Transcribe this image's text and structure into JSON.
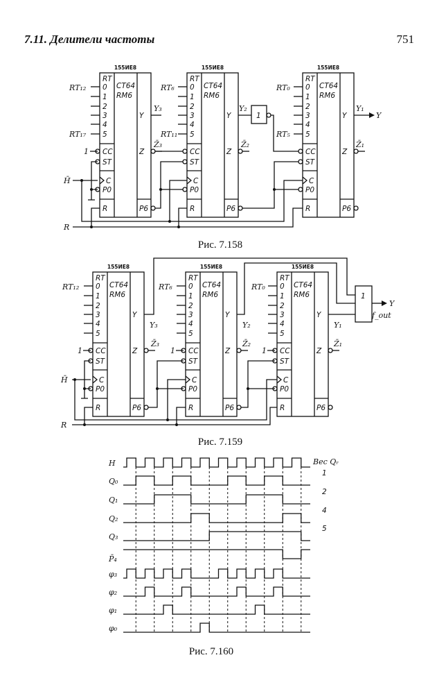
{
  "header": {
    "section": "7.11. Делители частоты",
    "page": "751"
  },
  "chip": {
    "part": "155ИЕ8",
    "type": "CT64",
    "subtype": "RM6",
    "pins_left": [
      "RT",
      "0",
      "1",
      "2",
      "3",
      "4",
      "5",
      "CC",
      "ST",
      "C",
      "P0",
      "R"
    ],
    "pins_right": [
      "Y",
      "Z",
      "P6"
    ]
  },
  "fig158": {
    "caption": "Рис. 7.158",
    "labels": {
      "rt12": "RT₁₂",
      "rt17": "RT₁₇",
      "rt6": "RT₆",
      "rt11": "RT₁₁",
      "rt0": "RT₀",
      "rt5": "RT₅",
      "one": "1",
      "h": "H̄",
      "r": "R",
      "y3": "Y₃",
      "z3": "Z̄₃",
      "y2": "Y₂",
      "z2": "Z̄₂",
      "y1": "Y₁",
      "z1": "Z̄₁",
      "inverter": "1",
      "y": "Y"
    }
  },
  "fig159": {
    "caption": "Рис. 7.159",
    "labels": {
      "rt12": "RT₁₂",
      "rt6": "RT₆",
      "rt0": "RT₀",
      "one1": "1",
      "one2": "1",
      "one3": "1",
      "h": "H̄",
      "r": "R",
      "y3": "Y₃",
      "z3": "Z̄₃",
      "y2": "Y₂",
      "z2": "Z̄₂",
      "y1": "Y₁",
      "z1": "Z̄₁",
      "or_gate": "1",
      "y": "Y",
      "fout": "f_out"
    }
  },
  "fig160": {
    "caption": "Рис. 7.160",
    "weight_header": "Вес Qᵣ",
    "signals": [
      {
        "name": "H",
        "high": [
          [
            0,
            0.5
          ],
          [
            1,
            1.5
          ],
          [
            2,
            2.5
          ],
          [
            3,
            3.5
          ],
          [
            4,
            4.5
          ],
          [
            5,
            5.5
          ],
          [
            6,
            6.5
          ],
          [
            7,
            7.5
          ],
          [
            8,
            8.5
          ],
          [
            9,
            9.5
          ]
        ]
      },
      {
        "name": "Q₀",
        "weight": "1",
        "high": [
          [
            0.5,
            1.5
          ],
          [
            2.5,
            3.5
          ],
          [
            5.5,
            6.5
          ],
          [
            7.5,
            8.5
          ]
        ]
      },
      {
        "name": "Q₁",
        "weight": "2",
        "high": [
          [
            1.5,
            3.5
          ],
          [
            6.5,
            8.5
          ]
        ]
      },
      {
        "name": "Q₂",
        "weight": "4",
        "high": [
          [
            3.5,
            4.5
          ],
          [
            8.5,
            9.5
          ]
        ]
      },
      {
        "name": "Q₃",
        "weight": "5",
        "high": [
          [
            4.5,
            9.5
          ]
        ]
      },
      {
        "name": "P̄₄",
        "active_low": true,
        "low": [
          [
            8.5,
            9.5
          ]
        ]
      },
      {
        "name": "φ₃",
        "high": [
          [
            0,
            0.5
          ],
          [
            1,
            1.5
          ],
          [
            2,
            2.5
          ],
          [
            3,
            3.5
          ],
          [
            5,
            5.5
          ],
          [
            6,
            6.5
          ],
          [
            7,
            7.5
          ],
          [
            8,
            8.5
          ]
        ]
      },
      {
        "name": "φ₂",
        "high": [
          [
            1,
            1.5
          ],
          [
            3,
            3.5
          ],
          [
            6,
            6.5
          ],
          [
            8,
            8.5
          ]
        ]
      },
      {
        "name": "φ₁",
        "high": [
          [
            2,
            2.5
          ],
          [
            7,
            7.5
          ]
        ]
      },
      {
        "name": "φ₀",
        "high": [
          [
            4,
            4.5
          ]
        ]
      }
    ],
    "clock_periods": 10
  }
}
